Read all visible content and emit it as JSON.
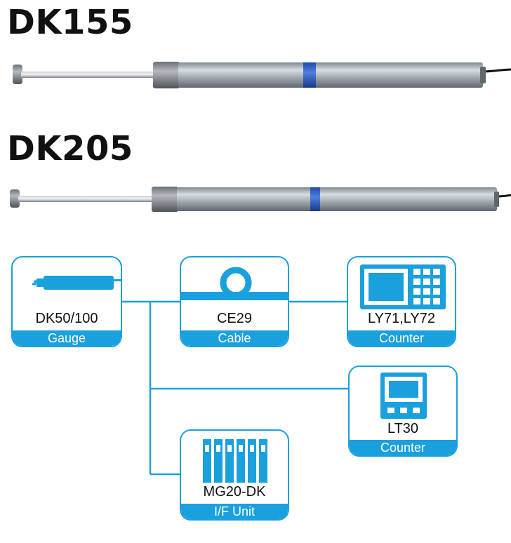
{
  "models": [
    {
      "title": "DK155"
    },
    {
      "title": "DK205"
    }
  ],
  "colors": {
    "accent": "#1aa0dc",
    "band": "#2a5fc7",
    "gauge_body": "#9aa3ab",
    "gauge_dark": "#7f878f",
    "cable": "#111111"
  },
  "system": {
    "gauge": {
      "name": "DK50/100",
      "type": "Gauge",
      "icon": "gauge-icon"
    },
    "cable": {
      "name": "CE29",
      "type": "Cable",
      "icon": "cable-coil-icon"
    },
    "counter_ly": {
      "name": "LY71,LY72",
      "type": "Counter",
      "icon": "counter-display-icon"
    },
    "counter_lt": {
      "name": "LT30",
      "type": "Counter",
      "icon": "panel-counter-icon"
    },
    "interface": {
      "name": "MG20-DK",
      "type": "I/F Unit",
      "icon": "interface-unit-icon"
    }
  }
}
